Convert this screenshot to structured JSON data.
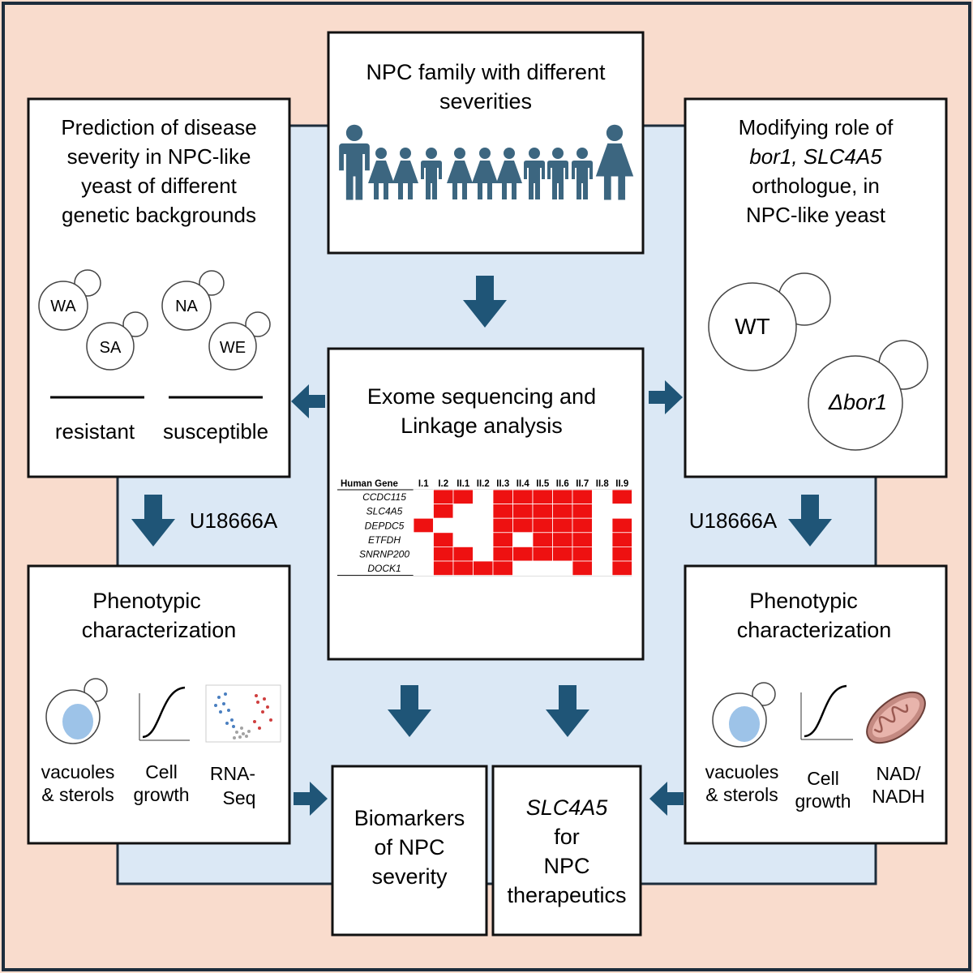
{
  "colors": {
    "outer_bg": "#f9dccd",
    "inner_bg": "#dbe8f5",
    "arrow": "#1f5577",
    "people": "#3c6680",
    "table_red": "#ee1111"
  },
  "top_box": {
    "line1": "NPC family with different",
    "line2": "severities",
    "people_icon": "family-pedigree-icon"
  },
  "left_top_box": {
    "line1": "Prediction of disease",
    "line2": "severity in NPC-like",
    "line3": "yeast of different",
    "line4": "genetic backgrounds",
    "strain_wa": "WA",
    "strain_sa": "SA",
    "strain_na": "NA",
    "strain_we": "WE",
    "group_resistant": "resistant",
    "group_susceptible": "susceptible"
  },
  "right_top_box": {
    "line1": "Modifying role of",
    "line2_italic": "bor1, SLC4A5",
    "line3": "orthologue, in",
    "line4": "NPC-like yeast",
    "cell_wt": "WT",
    "cell_mutant": "Δbor1"
  },
  "center_box": {
    "line1": "Exome sequencing and",
    "line2": "Linkage analysis",
    "table": {
      "header": "Human Gene",
      "columns": [
        "I.1",
        "I.2",
        "II.1",
        "II.2",
        "II.3",
        "II.4",
        "II.5",
        "II.6",
        "II.7",
        "II.8",
        "II.9"
      ],
      "rows": [
        {
          "gene": "CCDC115",
          "cells": [
            0,
            1,
            1,
            0,
            1,
            1,
            1,
            1,
            1,
            0,
            1
          ]
        },
        {
          "gene": "SLC4A5",
          "cells": [
            0,
            1,
            0,
            0,
            1,
            1,
            1,
            1,
            1,
            0,
            0
          ]
        },
        {
          "gene": "DEPDC5",
          "cells": [
            1,
            0,
            0,
            0,
            1,
            1,
            1,
            1,
            1,
            0,
            1
          ]
        },
        {
          "gene": "ETFDH",
          "cells": [
            0,
            1,
            0,
            0,
            1,
            0,
            1,
            1,
            1,
            0,
            1
          ]
        },
        {
          "gene": "SNRNP200",
          "cells": [
            0,
            1,
            1,
            0,
            1,
            1,
            1,
            1,
            1,
            0,
            1
          ]
        },
        {
          "gene": "DOCK1",
          "cells": [
            0,
            1,
            1,
            1,
            1,
            0,
            0,
            0,
            1,
            0,
            1
          ]
        }
      ]
    }
  },
  "treatment_left": "U18666A",
  "treatment_right": "U18666A",
  "left_bottom_box": {
    "line1": "Phenotypic",
    "line2": "characterization",
    "item1_a": "vacuoles",
    "item1_b": "& sterols",
    "item2_a": "Cell",
    "item2_b": "growth",
    "item3_a": "RNA-",
    "item3_b": "Seq"
  },
  "right_bottom_box": {
    "line1": "Phenotypic",
    "line2": "characterization",
    "item1_a": "vacuoles",
    "item1_b": "& sterols",
    "item2_a": "Cell",
    "item2_b": "growth",
    "item3_a": "NAD/",
    "item3_b": "NADH"
  },
  "result_left": {
    "line1": "Biomarkers",
    "line2": "of NPC",
    "line3": "severity"
  },
  "result_right": {
    "line1_italic": "SLC4A5",
    "line2": "for",
    "line3": "NPC",
    "line4": "therapeutics"
  }
}
